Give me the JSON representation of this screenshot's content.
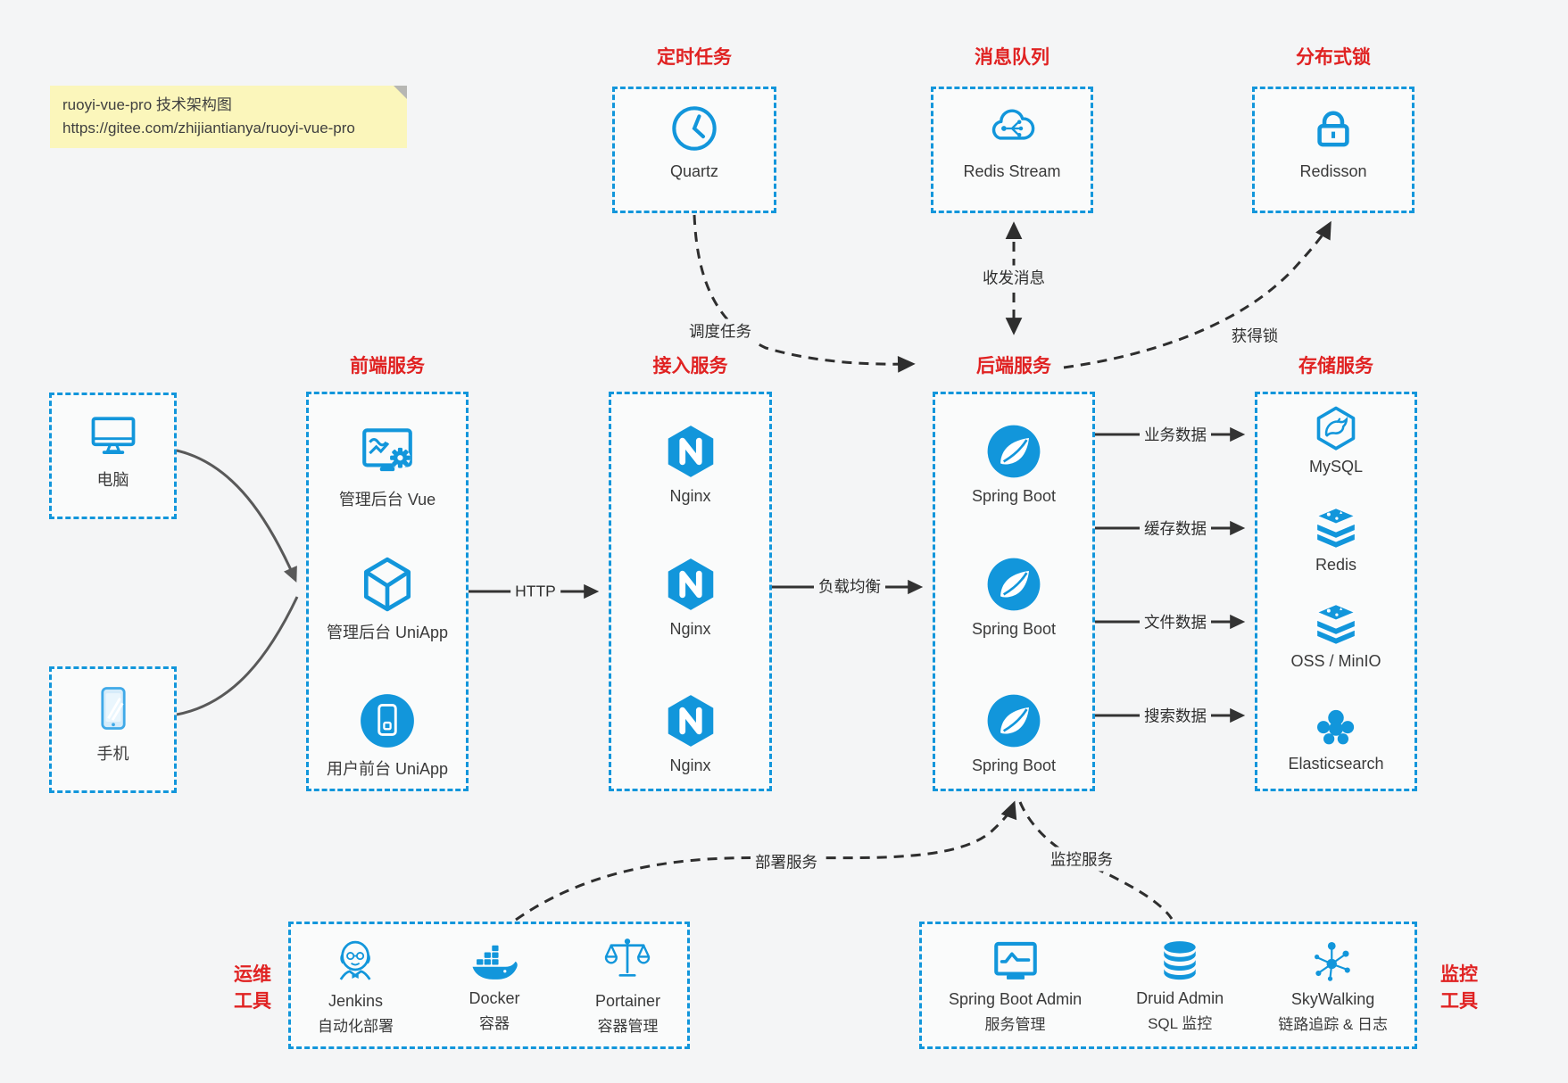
{
  "note": {
    "line1": "ruoyi-vue-pro 技术架构图",
    "line2": "https://gitee.com/zhijiantianya/ruoyi-vue-pro"
  },
  "colors": {
    "accent_blue": "#1296db",
    "title_red": "#e02222",
    "arrow_dark": "#333333",
    "client_arrow_gray": "#595959",
    "note_yellow": "#fbf6bb",
    "background": "#f4f5f6"
  },
  "top": [
    {
      "title": "定时任务",
      "item": {
        "label": "Quartz",
        "icon": "clock-icon"
      }
    },
    {
      "title": "消息队列",
      "item": {
        "label": "Redis Stream",
        "icon": "cloud-network-icon"
      }
    },
    {
      "title": "分布式锁",
      "item": {
        "label": "Redisson",
        "icon": "lock-icon"
      }
    }
  ],
  "clients": [
    {
      "label": "电脑",
      "icon": "desktop-icon"
    },
    {
      "label": "手机",
      "icon": "smartphone-icon"
    }
  ],
  "columns": [
    {
      "title": "前端服务",
      "items": [
        {
          "label": "管理后台 Vue",
          "icon": "admin-vue-icon"
        },
        {
          "label": "管理后台 UniApp",
          "icon": "cube-icon"
        },
        {
          "label": "用户前台 UniApp",
          "icon": "user-app-icon"
        }
      ]
    },
    {
      "title": "接入服务",
      "items": [
        {
          "label": "Nginx",
          "icon": "nginx-icon"
        },
        {
          "label": "Nginx",
          "icon": "nginx-icon"
        },
        {
          "label": "Nginx",
          "icon": "nginx-icon"
        }
      ]
    },
    {
      "title": "后端服务",
      "items": [
        {
          "label": "Spring Boot",
          "icon": "spring-icon"
        },
        {
          "label": "Spring Boot",
          "icon": "spring-icon"
        },
        {
          "label": "Spring Boot",
          "icon": "spring-icon"
        }
      ]
    },
    {
      "title": "存储服务",
      "items": [
        {
          "label": "MySQL",
          "icon": "mysql-icon"
        },
        {
          "label": "Redis",
          "icon": "db-stack-icon"
        },
        {
          "label": "OSS / MinIO",
          "icon": "db-stack-icon"
        },
        {
          "label": "Elasticsearch",
          "icon": "elasticsearch-icon"
        }
      ]
    }
  ],
  "bottom": [
    {
      "title_line1": "运维",
      "title_line2": "工具",
      "items": [
        {
          "name": "Jenkins",
          "desc": "自动化部署",
          "icon": "jenkins-icon"
        },
        {
          "name": "Docker",
          "desc": "容器",
          "icon": "docker-icon"
        },
        {
          "name": "Portainer",
          "desc": "容器管理",
          "icon": "portainer-icon"
        }
      ]
    },
    {
      "title_line1": "监控",
      "title_line2": "工具",
      "items": [
        {
          "name": "Spring Boot Admin",
          "desc": "服务管理",
          "icon": "monitor-chart-icon"
        },
        {
          "name": "Druid Admin",
          "desc": "SQL 监控",
          "icon": "database-icon"
        },
        {
          "name": "SkyWalking",
          "desc": "链路追踪 & 日志",
          "icon": "topology-icon"
        }
      ]
    }
  ],
  "edges": {
    "http": "HTTP",
    "load_balance": "负载均衡",
    "schedule": "调度任务",
    "messaging": "收发消息",
    "lock": "获得锁",
    "business_data": "业务数据",
    "cache_data": "缓存数据",
    "file_data": "文件数据",
    "search_data": "搜索数据",
    "deploy": "部署服务",
    "monitor": "监控服务"
  }
}
